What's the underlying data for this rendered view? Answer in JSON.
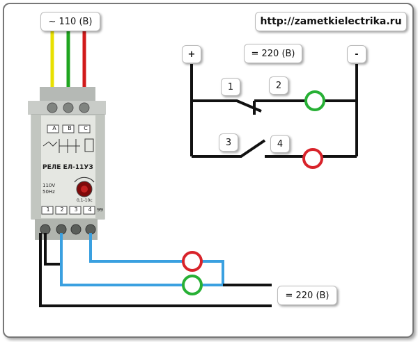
{
  "site_url": "http://zametkielectrika.ru",
  "labels": {
    "coil_voltage": "~ 110 (B)",
    "dc_voltage": "= 220 (B)",
    "plus": "+",
    "minus": "-",
    "bottom_voltage": "= 220 (B)"
  },
  "contacts": [
    "1",
    "2",
    "3",
    "4"
  ],
  "relay": {
    "model": "РЕЛЕ ЕЛ-11УЗ",
    "rating_voltage": "110V",
    "rating_freq": "50Hz",
    "time_range": "0,1-10с",
    "top_terminals": [
      "A",
      "B",
      "C"
    ],
    "bottom_terminals": [
      "1",
      "2",
      "3",
      "4"
    ],
    "mark": "99"
  },
  "colors": {
    "wire_yellow": "#e8e000",
    "wire_green": "#1fa51f",
    "wire_red": "#d11a1a",
    "wire_blue": "#3aa0e0",
    "wire_black": "#111111",
    "lamp_red": "#d8232a",
    "lamp_green": "#27b035"
  }
}
